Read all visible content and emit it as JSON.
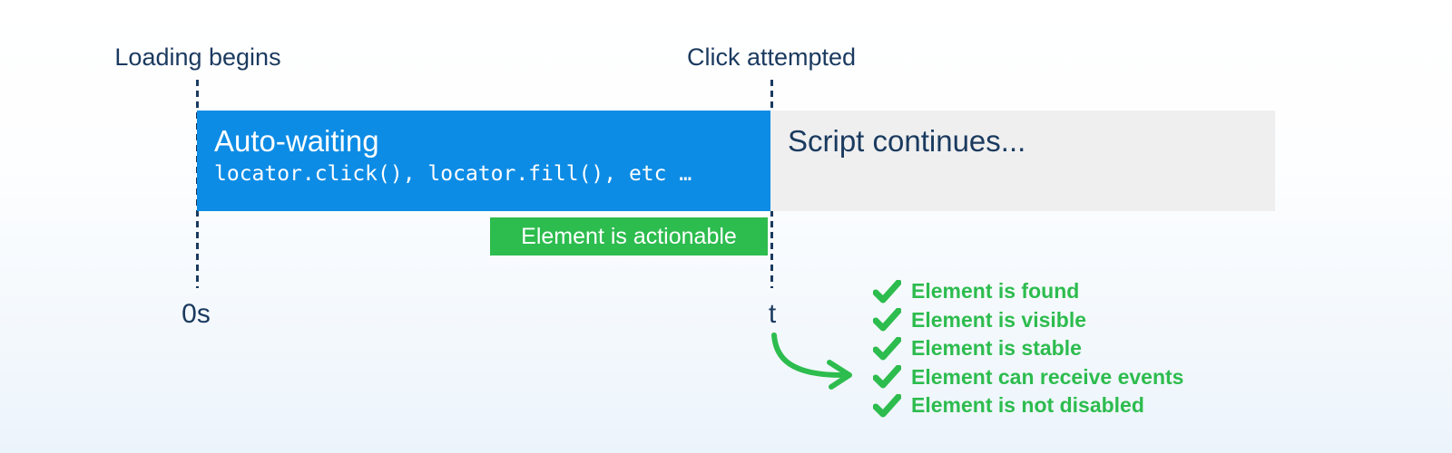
{
  "colors": {
    "accent_blue": "#0d8ce5",
    "accent_green": "#2dbc4e",
    "navy_text": "#1a3a5f",
    "bar_gray": "#efefef",
    "background_bottom": "#ecf4fb"
  },
  "timeline": {
    "start_event_label": "Loading begins",
    "end_event_label": "Click attempted",
    "start_tick": "0s",
    "end_tick": "t",
    "auto_waiting": {
      "title": "Auto-waiting",
      "code": "locator.click(), locator.fill(), etc …"
    },
    "script_continues_label": "Script continues...",
    "actionable_badge_label": "Element is actionable"
  },
  "checklist": {
    "check_icon": "checkmark-icon",
    "items": [
      "Element is found",
      "Element is visible",
      "Element is stable",
      "Element can receive events",
      "Element is not disabled"
    ]
  }
}
